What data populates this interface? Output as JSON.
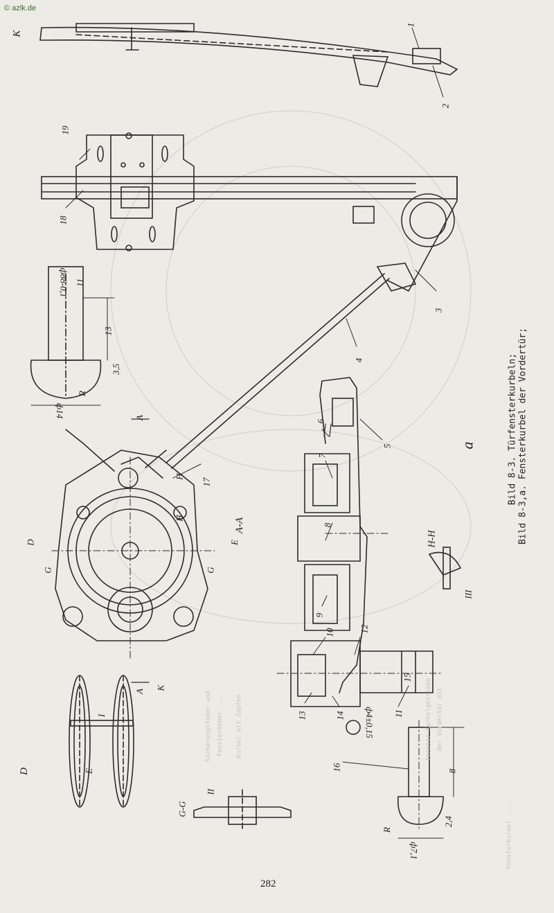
{
  "watermark": "© azlk.de",
  "page_number": "282",
  "captions": {
    "line1": "Bild 8-3. Türfensterkurbeln;",
    "line2": "Bild 8-3,a. Fensterkurbel der Vordertür;"
  },
  "figure_letter": "a",
  "part_labels": [
    "1",
    "2",
    "3",
    "4",
    "5",
    "6",
    "7",
    "8",
    "9",
    "10",
    "11",
    "12",
    "13",
    "14",
    "15",
    "16",
    "17",
    "18",
    "19",
    "11"
  ],
  "roman_labels": [
    "I",
    "II",
    "III"
  ],
  "section_labels": {
    "k": "K",
    "a_top": "A",
    "a_bottom": "A",
    "k_bottom": "K",
    "h1": "H",
    "h2": "H",
    "d": "D",
    "e": "E",
    "g1": "G",
    "g2": "G",
    "a_a": "A-A",
    "h_h": "H-H",
    "g_g": "G-G",
    "d_small": "D",
    "e_small": "E"
  },
  "dimensions": {
    "phi88": "ф88-0,1",
    "d13": "13",
    "d35": "3,5",
    "phi14": "ф14",
    "r1": "R",
    "phi4": "ф4±0,15",
    "d8": "8",
    "d24": "2,4",
    "phi71": "ф7,1",
    "r2": "R"
  },
  "ghost_text": [
    "Fenster Kurbelgetriebe",
    "der Vordertür mit",
    "Sicherungsfeder und",
    "Fensterheber ...",
    "Kurbel mit Zapfen",
    "Fensterkurbel ..."
  ]
}
